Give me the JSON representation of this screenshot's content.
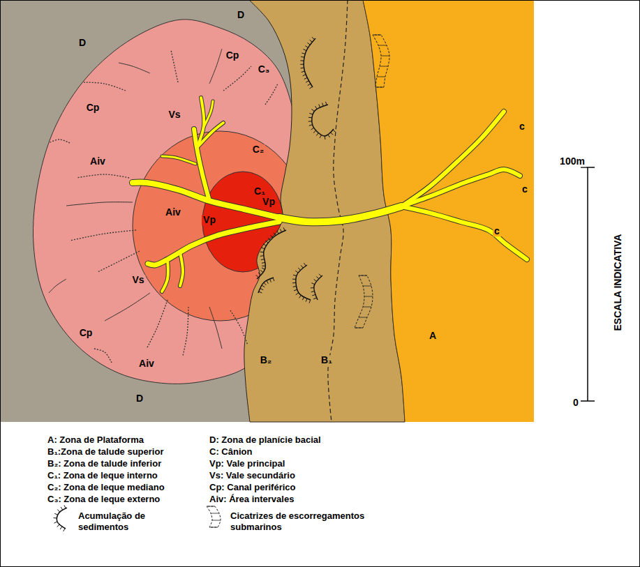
{
  "diagram": {
    "labels": [
      "D",
      "D",
      "Cp",
      "C₃",
      "Cp",
      "Vs",
      "C₂",
      "C₁",
      "Aiv",
      "Aiv",
      "Vp",
      "Vp",
      "c",
      "c",
      "c",
      "Vs",
      "Cp",
      "Aiv",
      "D",
      "B₂",
      "B₁",
      "A",
      "100m",
      "0",
      "ESCALA INDICATIVA"
    ],
    "legend": [
      {
        "text": "A: Zona de Plataforma"
      },
      {
        "text": "B₁:Zona de talude superior"
      },
      {
        "text": "B₂: Zona de talude inferior"
      },
      {
        "text": "C₁: Zona de leque interno"
      },
      {
        "text": "C₂: Zona de leque mediano"
      },
      {
        "text": "C₃: Zona de leque externo"
      },
      {
        "text": "D: Zona de planície bacial"
      },
      {
        "text": "C: Cânion"
      },
      {
        "text": "Vp: Vale principal"
      },
      {
        "text": "Vs: Vale secundário"
      },
      {
        "text": "Cp: Canal periférico"
      },
      {
        "text": "Aiv: Área intervales"
      },
      {
        "text": "Acumulação de sedimentos"
      },
      {
        "text": "Cicatrizes de escorregamentos submarinos"
      }
    ]
  }
}
